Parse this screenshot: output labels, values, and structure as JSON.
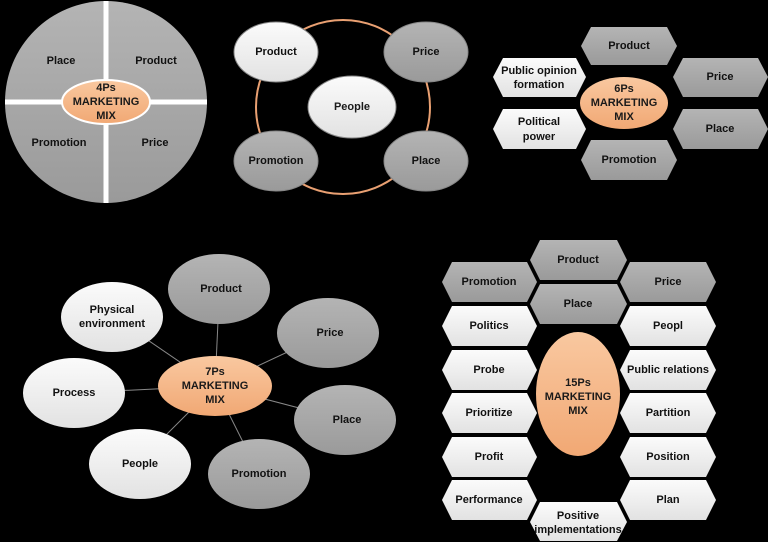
{
  "colors": {
    "background": "#000000",
    "dark_gray": "#a9a9a9",
    "light_gray": "#efefef",
    "orange": "#f6b98a",
    "ring": "#e9a072",
    "divider": "#ffffff"
  },
  "mix4": {
    "center": [
      "4Ps",
      "MARKETING",
      "MIX"
    ],
    "place": "Place",
    "product": "Product",
    "promotion": "Promotion",
    "price": "Price"
  },
  "mix5": {
    "center": "People",
    "product": "Product",
    "price": "Price",
    "promotion": "Promotion",
    "place": "Place"
  },
  "mix6": {
    "center": [
      "6Ps",
      "MARKETING",
      "MIX"
    ],
    "product": "Product",
    "price": "Price",
    "place": "Place",
    "promotion": "Promotion",
    "public_opinion": [
      "Public opinion",
      "formation"
    ],
    "political_power": [
      "Political",
      "power"
    ]
  },
  "mix7": {
    "center": [
      "7Ps",
      "MARKETING",
      "MIX"
    ],
    "product": "Product",
    "price": "Price",
    "place": "Place",
    "promotion": "Promotion",
    "people": "People",
    "process": "Process",
    "physical_environment": [
      "Physical",
      "environment"
    ]
  },
  "mix15": {
    "center": [
      "15Ps",
      "MARKETING",
      "MIX"
    ],
    "product": "Product",
    "place": "Place",
    "promotion": "Promotion",
    "price": "Price",
    "politics": "Politics",
    "peopl": "Peopl",
    "probe": "Probe",
    "public_relations": "Public relations",
    "prioritize": "Prioritize",
    "partition": "Partition",
    "profit": "Profit",
    "position": "Position",
    "performance": "Performance",
    "plan": "Plan",
    "positive_implementations": [
      "Positive",
      "implementations"
    ]
  }
}
